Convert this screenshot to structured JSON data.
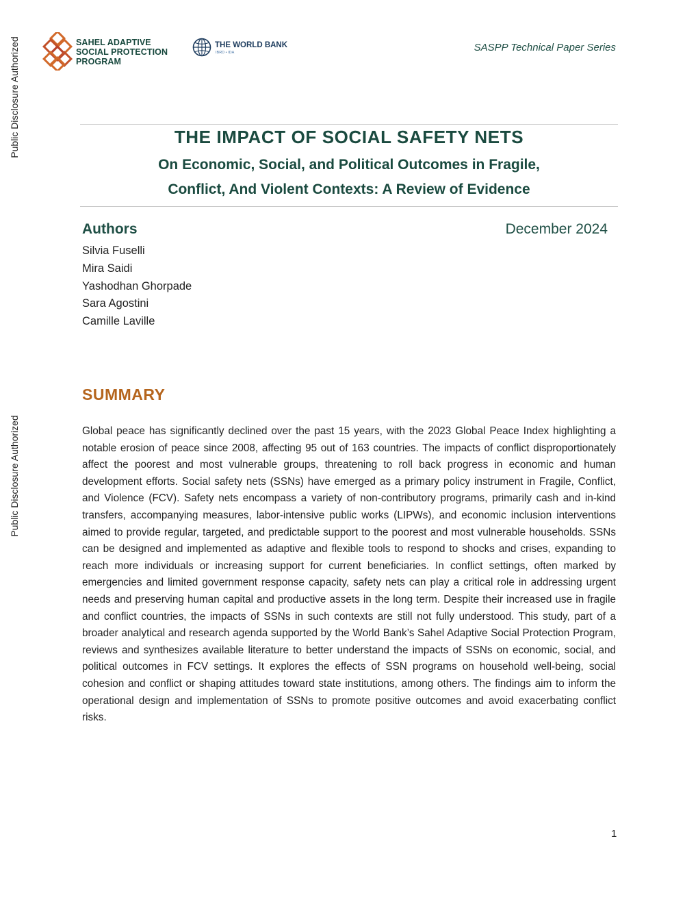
{
  "disclosure": {
    "top": "Public Disclosure Authorized",
    "bottom": "Public Disclosure Authorized"
  },
  "header": {
    "saspp_logo": {
      "icon": "saspp-knot-logo-icon",
      "lines": [
        "SAHEL ADAPTIVE",
        "SOCIAL PROTECTION",
        "PROGRAM"
      ]
    },
    "world_bank_logo": {
      "icon": "world-bank-globe-icon",
      "name": "THE WORLD BANK",
      "sub": "IBRD • IDA"
    },
    "series": "SASPP Technical Paper Series"
  },
  "title": {
    "main": "THE IMPACT OF SOCIAL SAFETY NETS",
    "sub_line1": "On Economic, Social, and Political Outcomes in Fragile,",
    "sub_line2": "Conflict, And Violent Contexts: A Review of Evidence"
  },
  "authors": {
    "heading": "Authors",
    "date": "December 2024",
    "names": [
      "Silvia Fuselli",
      "Mira Saidi",
      "Yashodhan Ghorpade",
      "Sara Agostini",
      "Camille Laville"
    ]
  },
  "summary": {
    "heading": "SUMMARY",
    "body": "Global peace has significantly declined over the past 15 years, with the 2023 Global Peace Index highlighting a notable erosion of peace since 2008, affecting 95 out of 163 countries. The impacts of conflict disproportionately affect the poorest and most vulnerable groups, threatening to roll back progress in economic and human development efforts. Social safety nets (SSNs) have emerged as a primary policy instrument in Fragile, Conflict, and Violence (FCV). Safety nets encompass a variety of non-contributory programs, primarily cash and in-kind transfers, accompanying measures, labor-intensive public works (LIPWs), and economic inclusion interventions aimed to provide regular, targeted, and predictable support to the poorest and most vulnerable households. SSNs can be designed and implemented as adaptive and flexible tools to respond to shocks and crises, expanding to reach more individuals or increasing support for current beneficiaries. In conflict settings, often marked by emergencies and limited government response capacity, safety nets can play a critical role in addressing urgent needs and preserving human capital and productive assets in the long term. Despite their increased use in fragile and conflict countries, the impacts of SSNs in such contexts are still not fully understood. This study, part of a broader analytical and research agenda supported by the World Bank’s Sahel Adaptive Social Protection Program, reviews and synthesizes available literature to better understand the impacts of SSNs on economic, social, and political outcomes in FCV settings. It explores the effects of SSN programs on household well-being, social cohesion and conflict or shaping attitudes toward state institutions, among others. The findings aim to inform the operational design and implementation of SSNs to promote positive outcomes and avoid exacerbating conflict risks."
  },
  "page_number": "1",
  "colors": {
    "title_green": "#1a4a3f",
    "summary_orange": "#b5651d",
    "logo_orange": "#d2692a",
    "logo_red": "#b8412c",
    "wb_blue": "#1b3a5c"
  }
}
